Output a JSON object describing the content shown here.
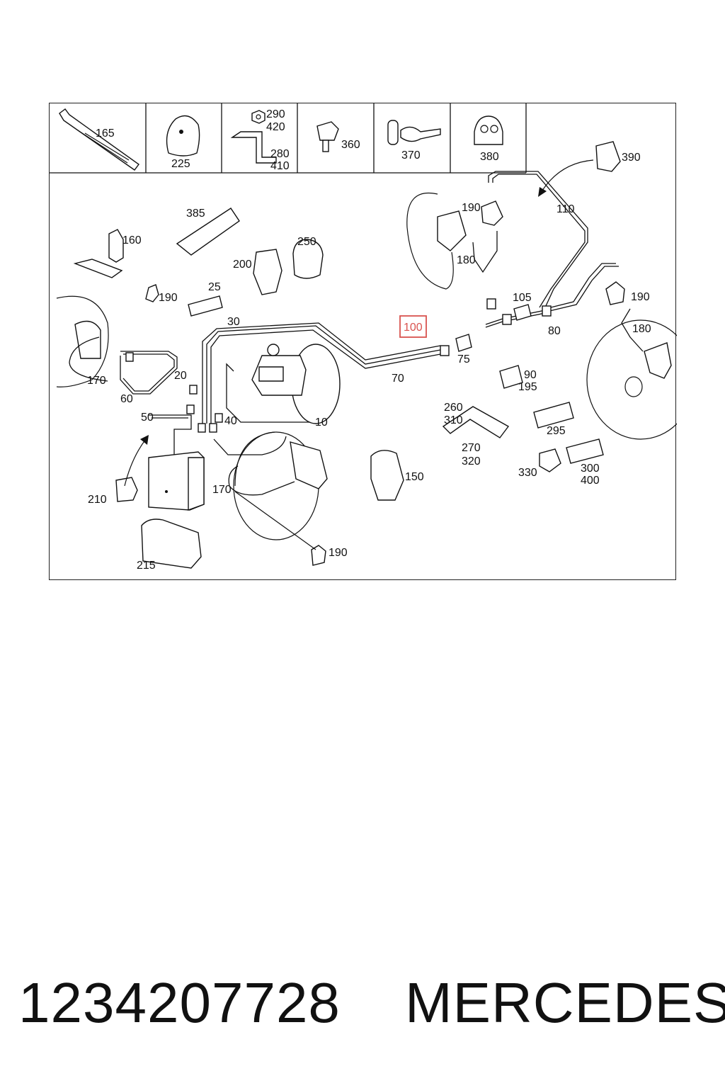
{
  "diagram": {
    "top_row_labels": {
      "item165": "165",
      "item225": "225",
      "item290": "290",
      "item420": "420",
      "item280": "280",
      "item410": "410",
      "item360": "360",
      "item370": "370",
      "item380": "380"
    },
    "labels": {
      "l390": "390",
      "l110": "110",
      "l190a": "190",
      "l180a": "180",
      "l385": "385",
      "l160": "160",
      "l250": "250",
      "l200": "200",
      "l25": "25",
      "l190b": "190",
      "l105": "105",
      "l190c": "190",
      "l30": "30",
      "l100": "100",
      "l80": "80",
      "l180b": "180",
      "l75": "75",
      "l170a": "170",
      "l20": "20",
      "l70": "70",
      "l90": "90",
      "l195": "195",
      "l60": "60",
      "l260": "260",
      "l310": "310",
      "l50": "50",
      "l40": "40",
      "l10": "10",
      "l295": "295",
      "l270": "270",
      "l320": "320",
      "l150": "150",
      "l330": "330",
      "l300": "300",
      "l400": "400",
      "l210": "210",
      "l170b": "170",
      "l190d": "190",
      "l215": "215"
    },
    "highlighted_part": "100",
    "highlight_color": "#d9534f"
  },
  "footer": {
    "part_number": "1234207728",
    "brand": "MERCEDES"
  }
}
